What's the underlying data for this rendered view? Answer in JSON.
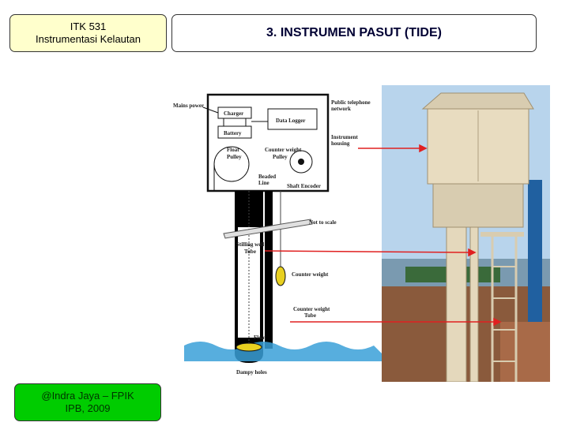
{
  "header": {
    "course_line1": "ITK 531",
    "course_line2": "Instrumentasi Kelautan",
    "slide_title": "3. INSTRUMEN  PASUT  (TIDE)"
  },
  "footer": {
    "author_line1": "@Indra Jaya – FPIK",
    "author_line2": "IPB, 2009"
  },
  "diagram": {
    "labels": {
      "mains_power": "Mains power",
      "charger": "Charger",
      "battery": "Battery",
      "data_logger": "Data Logger",
      "public_network_1": "Public telephone",
      "public_network_2": "network",
      "instrument_housing_1": "Instrument",
      "instrument_housing_2": "housing",
      "float_pulley_1": "Float",
      "float_pulley_2": "Pulley",
      "counterweight_pulley_1": "Counter weight",
      "counterweight_pulley_2": "Pulley",
      "beaded_line_1": "Beaded",
      "beaded_line_2": "Line",
      "shaft_encoder": "Shaft Encoder",
      "not_to_scale": "Not to scale",
      "stilling_well_1": "Stilling well",
      "stilling_well_2": "Tube",
      "counter_weight": "Counter weight",
      "cw_tube_1": "Counter weight",
      "cw_tube_2": "Tube",
      "float": "Float",
      "damper_holes": "Dampy holes"
    },
    "colors": {
      "arrow": "#e02020",
      "housing": "#e8dcc0",
      "sky": "#b8d4ec",
      "water": "#3aa0d8",
      "float": "#e8d020"
    }
  }
}
